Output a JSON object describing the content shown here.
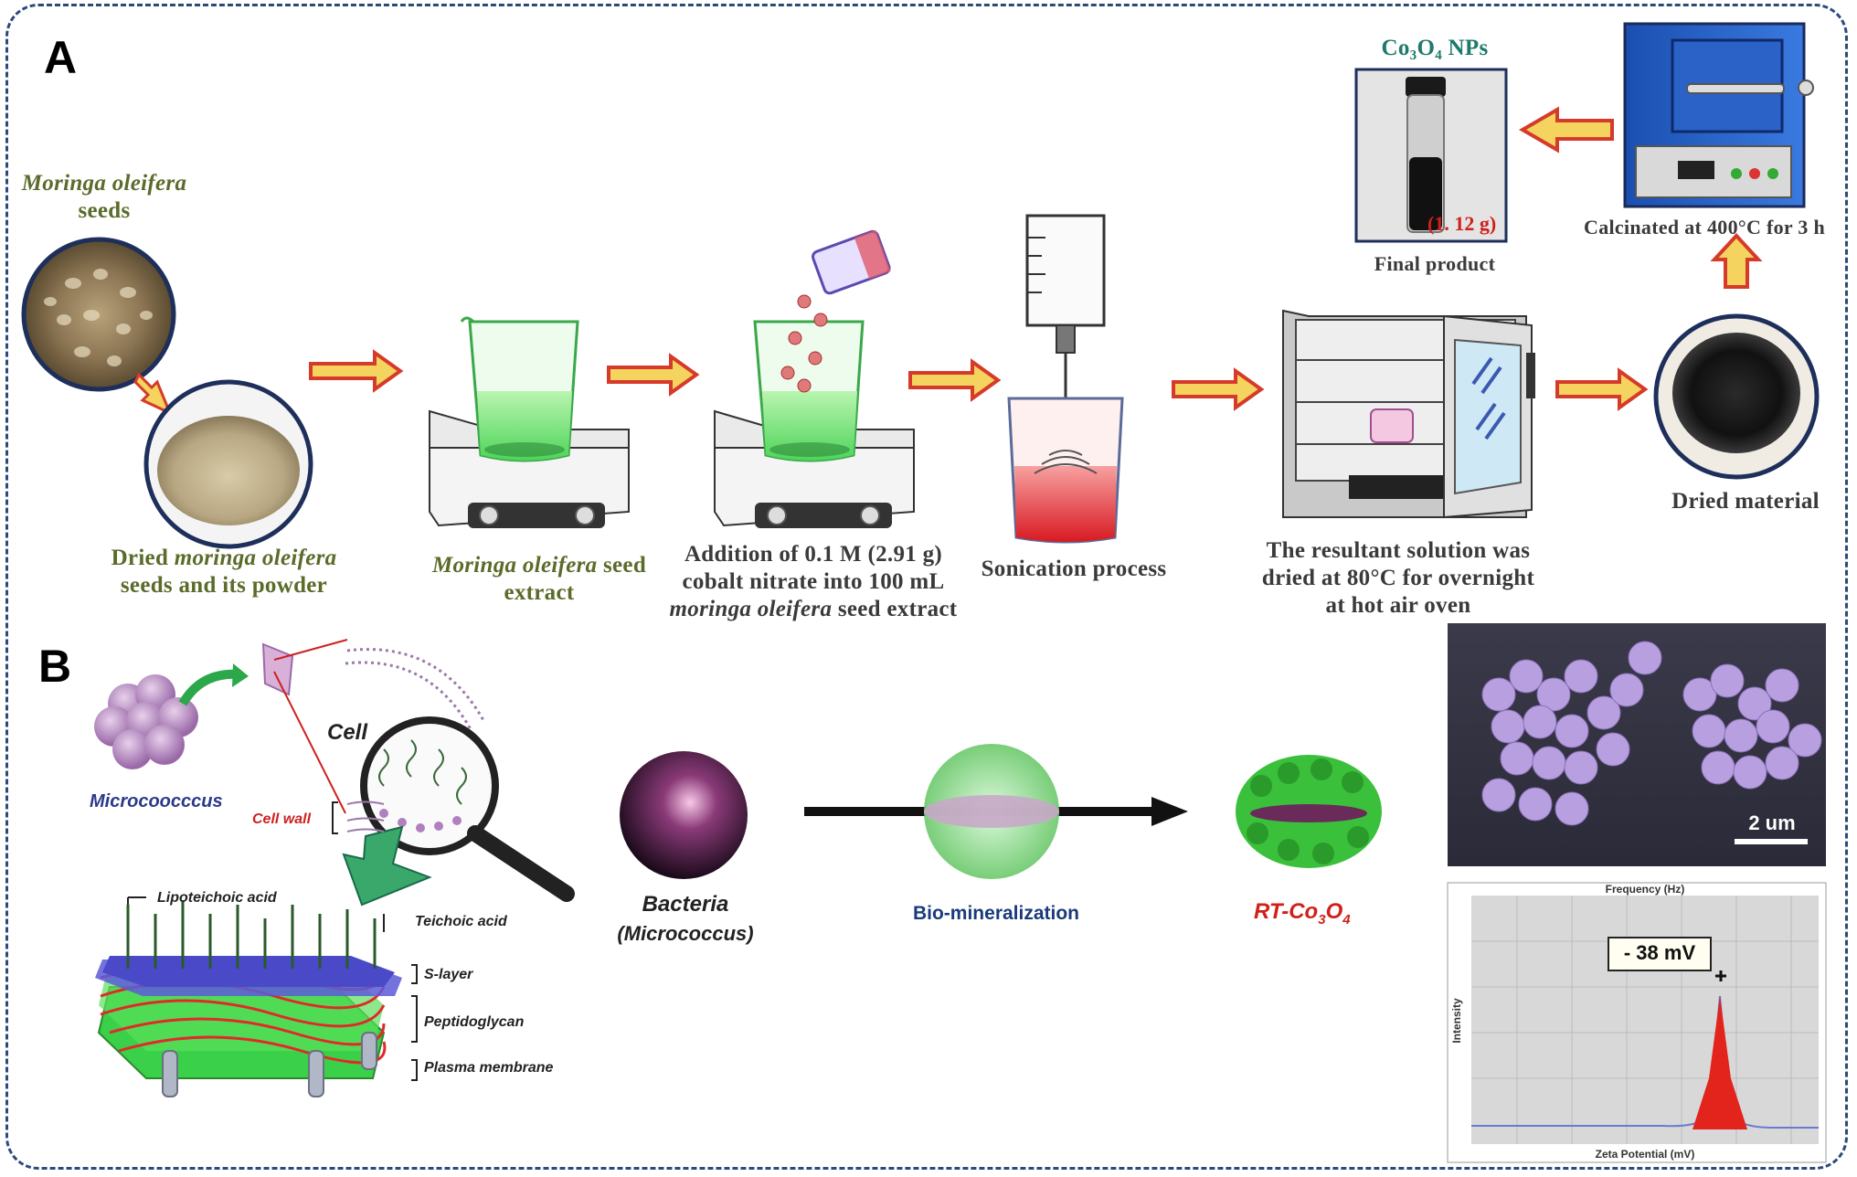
{
  "panel_a": {
    "label": "A",
    "seeds_title_italic": "Moringa oleifera",
    "seeds_title_plain": "seeds",
    "dried_seeds_prefix": "Dried ",
    "dried_seeds_italic": "moringa oleifera",
    "dried_seeds_line2": "seeds  and its powder",
    "extract_italic": "Moringa oleifera",
    "extract_plain": " seed",
    "extract_line2": "extract",
    "addition_line1": "Addition  of 0.1 M (2.91 g)",
    "addition_line2": "cobalt nitrate into 100 mL",
    "addition_line3_italic": "moringa oleifera",
    "addition_line3_plain": " seed extract",
    "sonication": "Sonication  process",
    "oven_line1": "The resultant solution was",
    "oven_line2": "dried at 80°C for overnight",
    "oven_line3": "at hot air oven",
    "dried_material": "Dried material",
    "calcinated": "Calcinated at 400°C for 3 h",
    "final_product": "Final product",
    "nps_title": "Co₃O₄ NPs",
    "mass_label": "(1. 12 g)"
  },
  "panel_b": {
    "label": "B",
    "micrococcus": "Microcoocccus",
    "cell": "Cell",
    "cell_wall": "Cell wall",
    "lipoteichoic": "Lipoteichoic  acid",
    "teichoic": "Teichoic acid",
    "s_layer": "S-layer",
    "peptidoglycan": "Peptidoglycan",
    "plasma_membrane": "Plasma membrane",
    "bacteria": "Bacteria",
    "bacteria_sub": "(Micrococcus)",
    "biomineralization": "Bio-mineralization",
    "rt_prefix": "RT-Co",
    "rt_sub1": "3",
    "rt_o": "O",
    "rt_sub2": "4",
    "scale_bar": "2 um",
    "zeta_value": "- 38 mV",
    "zeta_top_axis": "Frequency (Hz)",
    "zeta_y_axis": "Intensity",
    "zeta_x_axis": "Zeta Potential (mV)"
  },
  "colors": {
    "frame": "#2b4a7a",
    "arrow_fill": "#f4d35e",
    "arrow_outline": "#d63a2a",
    "nps_title": "#1e7a6a",
    "mass_label": "#d0201a",
    "micrococcus_text": "#2a3a8a",
    "rt_text": "#d0201a",
    "biomineral_text": "#1a3a7a"
  }
}
